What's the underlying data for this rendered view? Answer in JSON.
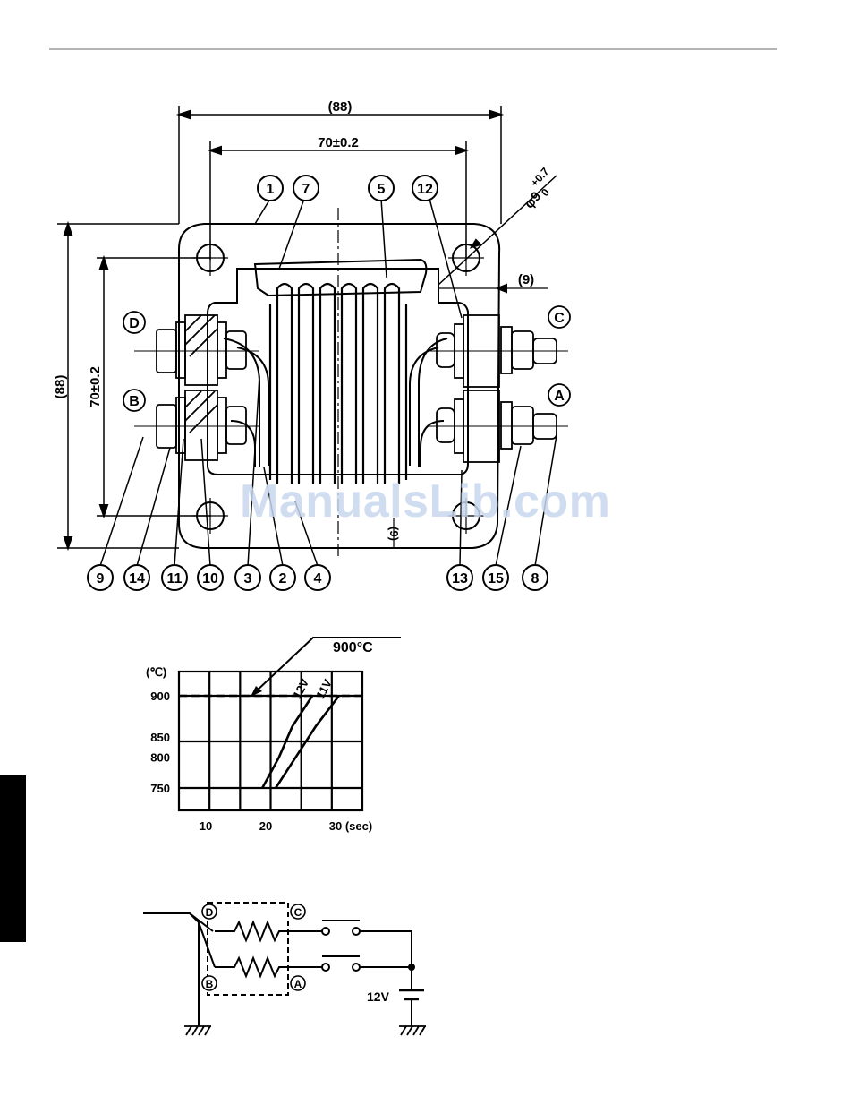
{
  "drawing": {
    "dimensions": {
      "width_overall": "(88)",
      "hole_pitch_horizontal": "70±0.2",
      "height_overall": "(88)",
      "hole_pitch_vertical": "70±0.2",
      "hole_diameter": "φ9",
      "hole_tol_upper": "+0.7",
      "hole_tol_lower": "0",
      "offset_right": "(9)",
      "offset_bottom": "(9)"
    },
    "callouts": [
      "1",
      "7",
      "5",
      "12",
      "9",
      "14",
      "11",
      "10",
      "3",
      "2",
      "4",
      "13",
      "15",
      "8"
    ],
    "terminals": [
      "D",
      "B",
      "C",
      "A"
    ]
  },
  "graph": {
    "annotation": "900°C",
    "y_unit": "(℃)",
    "x_unit_label": "30 (sec)",
    "series": [
      "12V",
      "11V"
    ]
  },
  "chart_data": {
    "type": "line",
    "ylabel": "(℃)",
    "xlabel": "(sec)",
    "ylim": [
      750,
      900
    ],
    "y_ticks": [
      "900",
      "850",
      "800",
      "750"
    ],
    "x_ticks": [
      "10",
      "20",
      "30 (sec)"
    ],
    "reference_line": {
      "y": 900,
      "label": "900°C"
    },
    "series": [
      {
        "name": "12V",
        "points": [
          [
            17.5,
            750
          ],
          [
            20,
            800
          ],
          [
            22,
            850
          ],
          [
            25,
            900
          ]
        ]
      },
      {
        "name": "11V",
        "points": [
          [
            19.5,
            750
          ],
          [
            22.5,
            800
          ],
          [
            25.5,
            850
          ],
          [
            29,
            900
          ]
        ]
      }
    ]
  },
  "circuit": {
    "terminals": [
      "D",
      "B",
      "C",
      "A"
    ],
    "supply": "12V"
  },
  "watermark": "ManualsLib.com"
}
